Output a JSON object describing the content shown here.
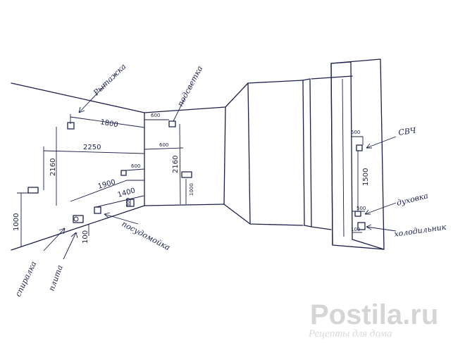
{
  "labels": {
    "rytazhka": "Рытажка",
    "podsvetka": "подсветка",
    "posudomoyka": "посудомойка",
    "spiralka": "спиралка",
    "plita": "плита",
    "svch": "СВЧ",
    "dukhovka": "духовка",
    "kholodilnik": "холодильник"
  },
  "dimensions": {
    "d1800": "1800",
    "d600a": "600",
    "d600b": "600",
    "d600c": "600",
    "d2250": "2250",
    "d2160a": "2160",
    "d2160b": "2160",
    "d1900": "1900",
    "d1400": "1400",
    "d1000a": "1000",
    "d1000b": "1000",
    "d800": "800",
    "d100": "100",
    "d500a": "500",
    "d500b": "500",
    "d1500": "1500",
    "d100b": "100"
  },
  "watermark": {
    "brand": "Postila.ru",
    "sub": "Рецепты для дома"
  },
  "colors": {
    "ink": "#1c1f4a",
    "watermark": "#c8c8c8"
  },
  "icons": {
    "outlet": "socket-box",
    "arrow": "pointer-arrow"
  }
}
